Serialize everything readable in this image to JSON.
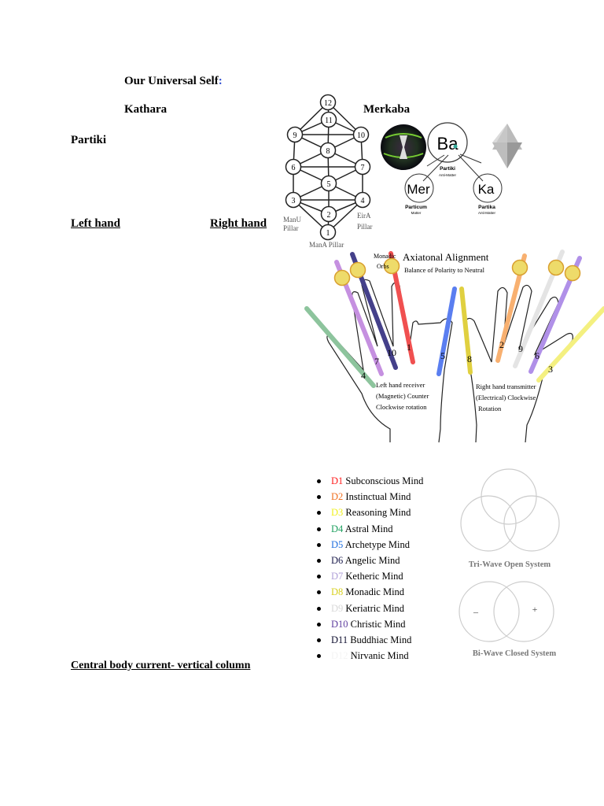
{
  "heading": {
    "title": "Our Universal Self",
    "colon": ":"
  },
  "labels": {
    "kathara": "Kathara",
    "merkaba": "Merkaba",
    "partiki": "Partiki",
    "left_hand": "Left hand",
    "right_hand": "Right hand",
    "central": "Central body current- vertical column"
  },
  "kathara": {
    "nodes": [
      "12",
      "11",
      "9",
      "10",
      "8",
      "6",
      "7",
      "5",
      "3",
      "4",
      "2",
      "1"
    ],
    "manu": [
      "ManU",
      "Pillar"
    ],
    "eira": [
      "EirA",
      "Pillar"
    ],
    "mana": "ManA Pillar"
  },
  "merkaba": {
    "ba": "Ba",
    "mer": "Mer",
    "ka": "Ka",
    "partiki": "Partiki",
    "partiki_sub": "Anti-Matter",
    "particum": "Particum",
    "particum_sub": "Matter",
    "partika": "Partika",
    "partika_sub": "Anti-Matter"
  },
  "axiatonal": {
    "title": "Axiatonal Alignment",
    "subtitle": "Balance of Polarity to Neutral",
    "monadic": [
      "Monadic",
      "Orbs"
    ],
    "left_text": [
      "Left hand receiver",
      "(Magnetic) Counter",
      "Clockwise rotation"
    ],
    "right_text": [
      "Right hand transmitter",
      "(Electrical) Clockwise",
      "Rotation"
    ],
    "numbers": [
      "4",
      "7",
      "10",
      "1",
      "5",
      "8",
      "2",
      "9",
      "6",
      "3"
    ]
  },
  "minds": [
    {
      "code": "D1",
      "name": "Subconscious Mind",
      "color": "#ff2020"
    },
    {
      "code": "D2",
      "name": "Instinctual Mind",
      "color": "#f07020"
    },
    {
      "code": "D3",
      "name": "Reasoning Mind",
      "color": "#f0f020"
    },
    {
      "code": "D4",
      "name": "Astral Mind",
      "color": "#20a060"
    },
    {
      "code": "D5",
      "name": "Archetype Mind",
      "color": "#2070e0"
    },
    {
      "code": "D6",
      "name": "Angelic Mind",
      "color": "#202050"
    },
    {
      "code": "D7",
      "name": "Ketheric Mind",
      "color": "#b0a0d8"
    },
    {
      "code": "D8",
      "name": "Monadic Mind",
      "color": "#d8d020"
    },
    {
      "code": "D9",
      "name": "Keriatric Mind",
      "color": "#d8d8d8"
    },
    {
      "code": "D10",
      "name": "Christic Mind",
      "color": "#6040a0"
    },
    {
      "code": "D11",
      "name": "Buddhiac Mind",
      "color": "#101030"
    },
    {
      "code": "D12",
      "name": "Nirvanic Mind",
      "color": "#f4f4f4"
    }
  ],
  "waves": {
    "tri": "Tri-Wave Open System",
    "bi": "Bi-Wave Closed System",
    "minus": "–",
    "plus": "+"
  }
}
